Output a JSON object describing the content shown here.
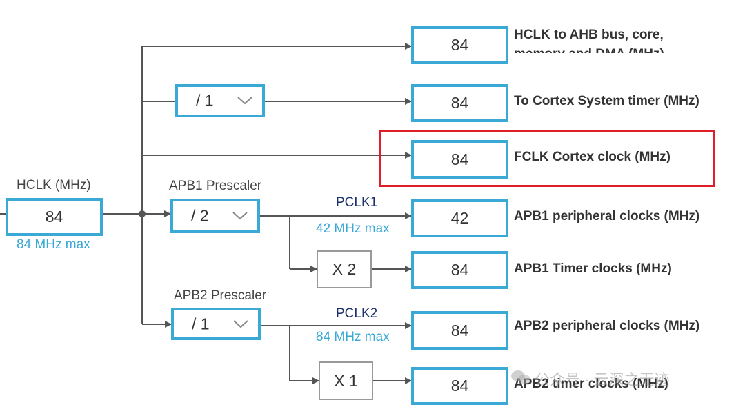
{
  "input": {
    "label": "HCLK (MHz)",
    "value": "84",
    "max": "84 MHz max"
  },
  "outputs": {
    "hclk_ahb": {
      "value": "84",
      "label": "HCLK to AHB bus, core, memory and DMA (MHz)"
    },
    "systick": {
      "value": "84",
      "label": "To Cortex System timer (MHz)"
    },
    "fclk": {
      "value": "84",
      "label": "FCLK Cortex clock (MHz)"
    },
    "apb1_periph": {
      "value": "42",
      "label": "APB1 peripheral clocks (MHz)"
    },
    "apb1_timer": {
      "value": "84",
      "label": "APB1 Timer clocks (MHz)"
    },
    "apb2_periph": {
      "value": "84",
      "label": "APB2 peripheral clocks (MHz)"
    },
    "apb2_timer": {
      "value": "84",
      "label": "APB2 timer clocks (MHz)"
    }
  },
  "systick_divider": {
    "value": "/ 1"
  },
  "apb1": {
    "label": "APB1 Prescaler",
    "value": "/ 2",
    "pclk": "PCLK1",
    "max": "42 MHz max",
    "timer_mult": "X 2"
  },
  "apb2": {
    "label": "APB2 Prescaler",
    "value": "/ 1",
    "pclk": "PCLK2",
    "max": "84 MHz max",
    "timer_mult": "X 1"
  },
  "icons": {
    "dropdown": "chevron-down-icon",
    "watermark": "wechat-icon"
  },
  "colors": {
    "box_border": "#3aa9d6",
    "highlight": "#e01e2a",
    "wire": "#555555"
  },
  "watermark": "公众号 · 云深之无迹"
}
